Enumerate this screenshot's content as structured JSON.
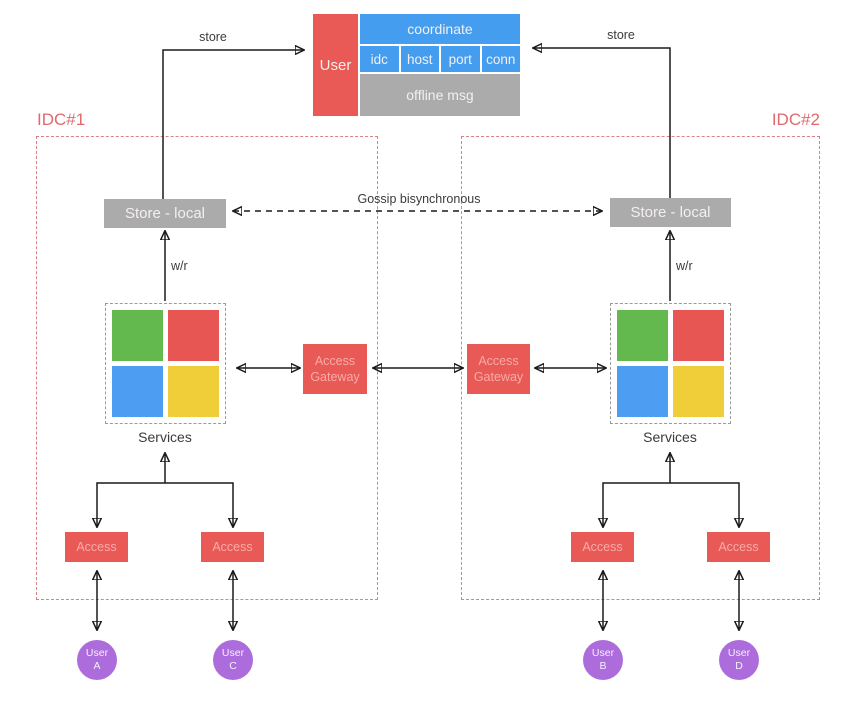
{
  "colors": {
    "red": "#E95955",
    "red-text": "#F5ACA9",
    "white-text": "#F4EFEF",
    "blue": "#459DF0",
    "gray": "#ABABAB",
    "green": "#63B94E",
    "sq-red": "#E85654",
    "sq-blue": "#4D9EF2",
    "yellow": "#F0CE3A",
    "purple": "#AC6CDC",
    "idc-border": "#DB8289",
    "idc-title": "#E06A6F",
    "label": "#3B3B3B",
    "arrow": "#1A1A1A"
  },
  "user_table": {
    "user": "User",
    "coordinate": "coordinate",
    "fields": [
      "idc",
      "host",
      "port",
      "conn"
    ],
    "offline": "offline msg"
  },
  "arrow_labels": {
    "store_left": "store",
    "store_right": "store",
    "gossip": "Gossip bisynchronous",
    "wr_left": "w/r",
    "wr_right": "w/r"
  },
  "idc1": {
    "title": "IDC#1",
    "store": "Store - local",
    "services": "Services",
    "gateway": "Access Gateway",
    "access_left": "Access",
    "access_right": "Access"
  },
  "idc2": {
    "title": "IDC#2",
    "store": "Store - local",
    "services": "Services",
    "gateway": "Access Gateway",
    "access_left": "Access",
    "access_right": "Access"
  },
  "users": [
    {
      "line1": "User",
      "line2": "A"
    },
    {
      "line1": "User",
      "line2": "C"
    },
    {
      "line1": "User",
      "line2": "B"
    },
    {
      "line1": "User",
      "line2": "D"
    }
  ]
}
